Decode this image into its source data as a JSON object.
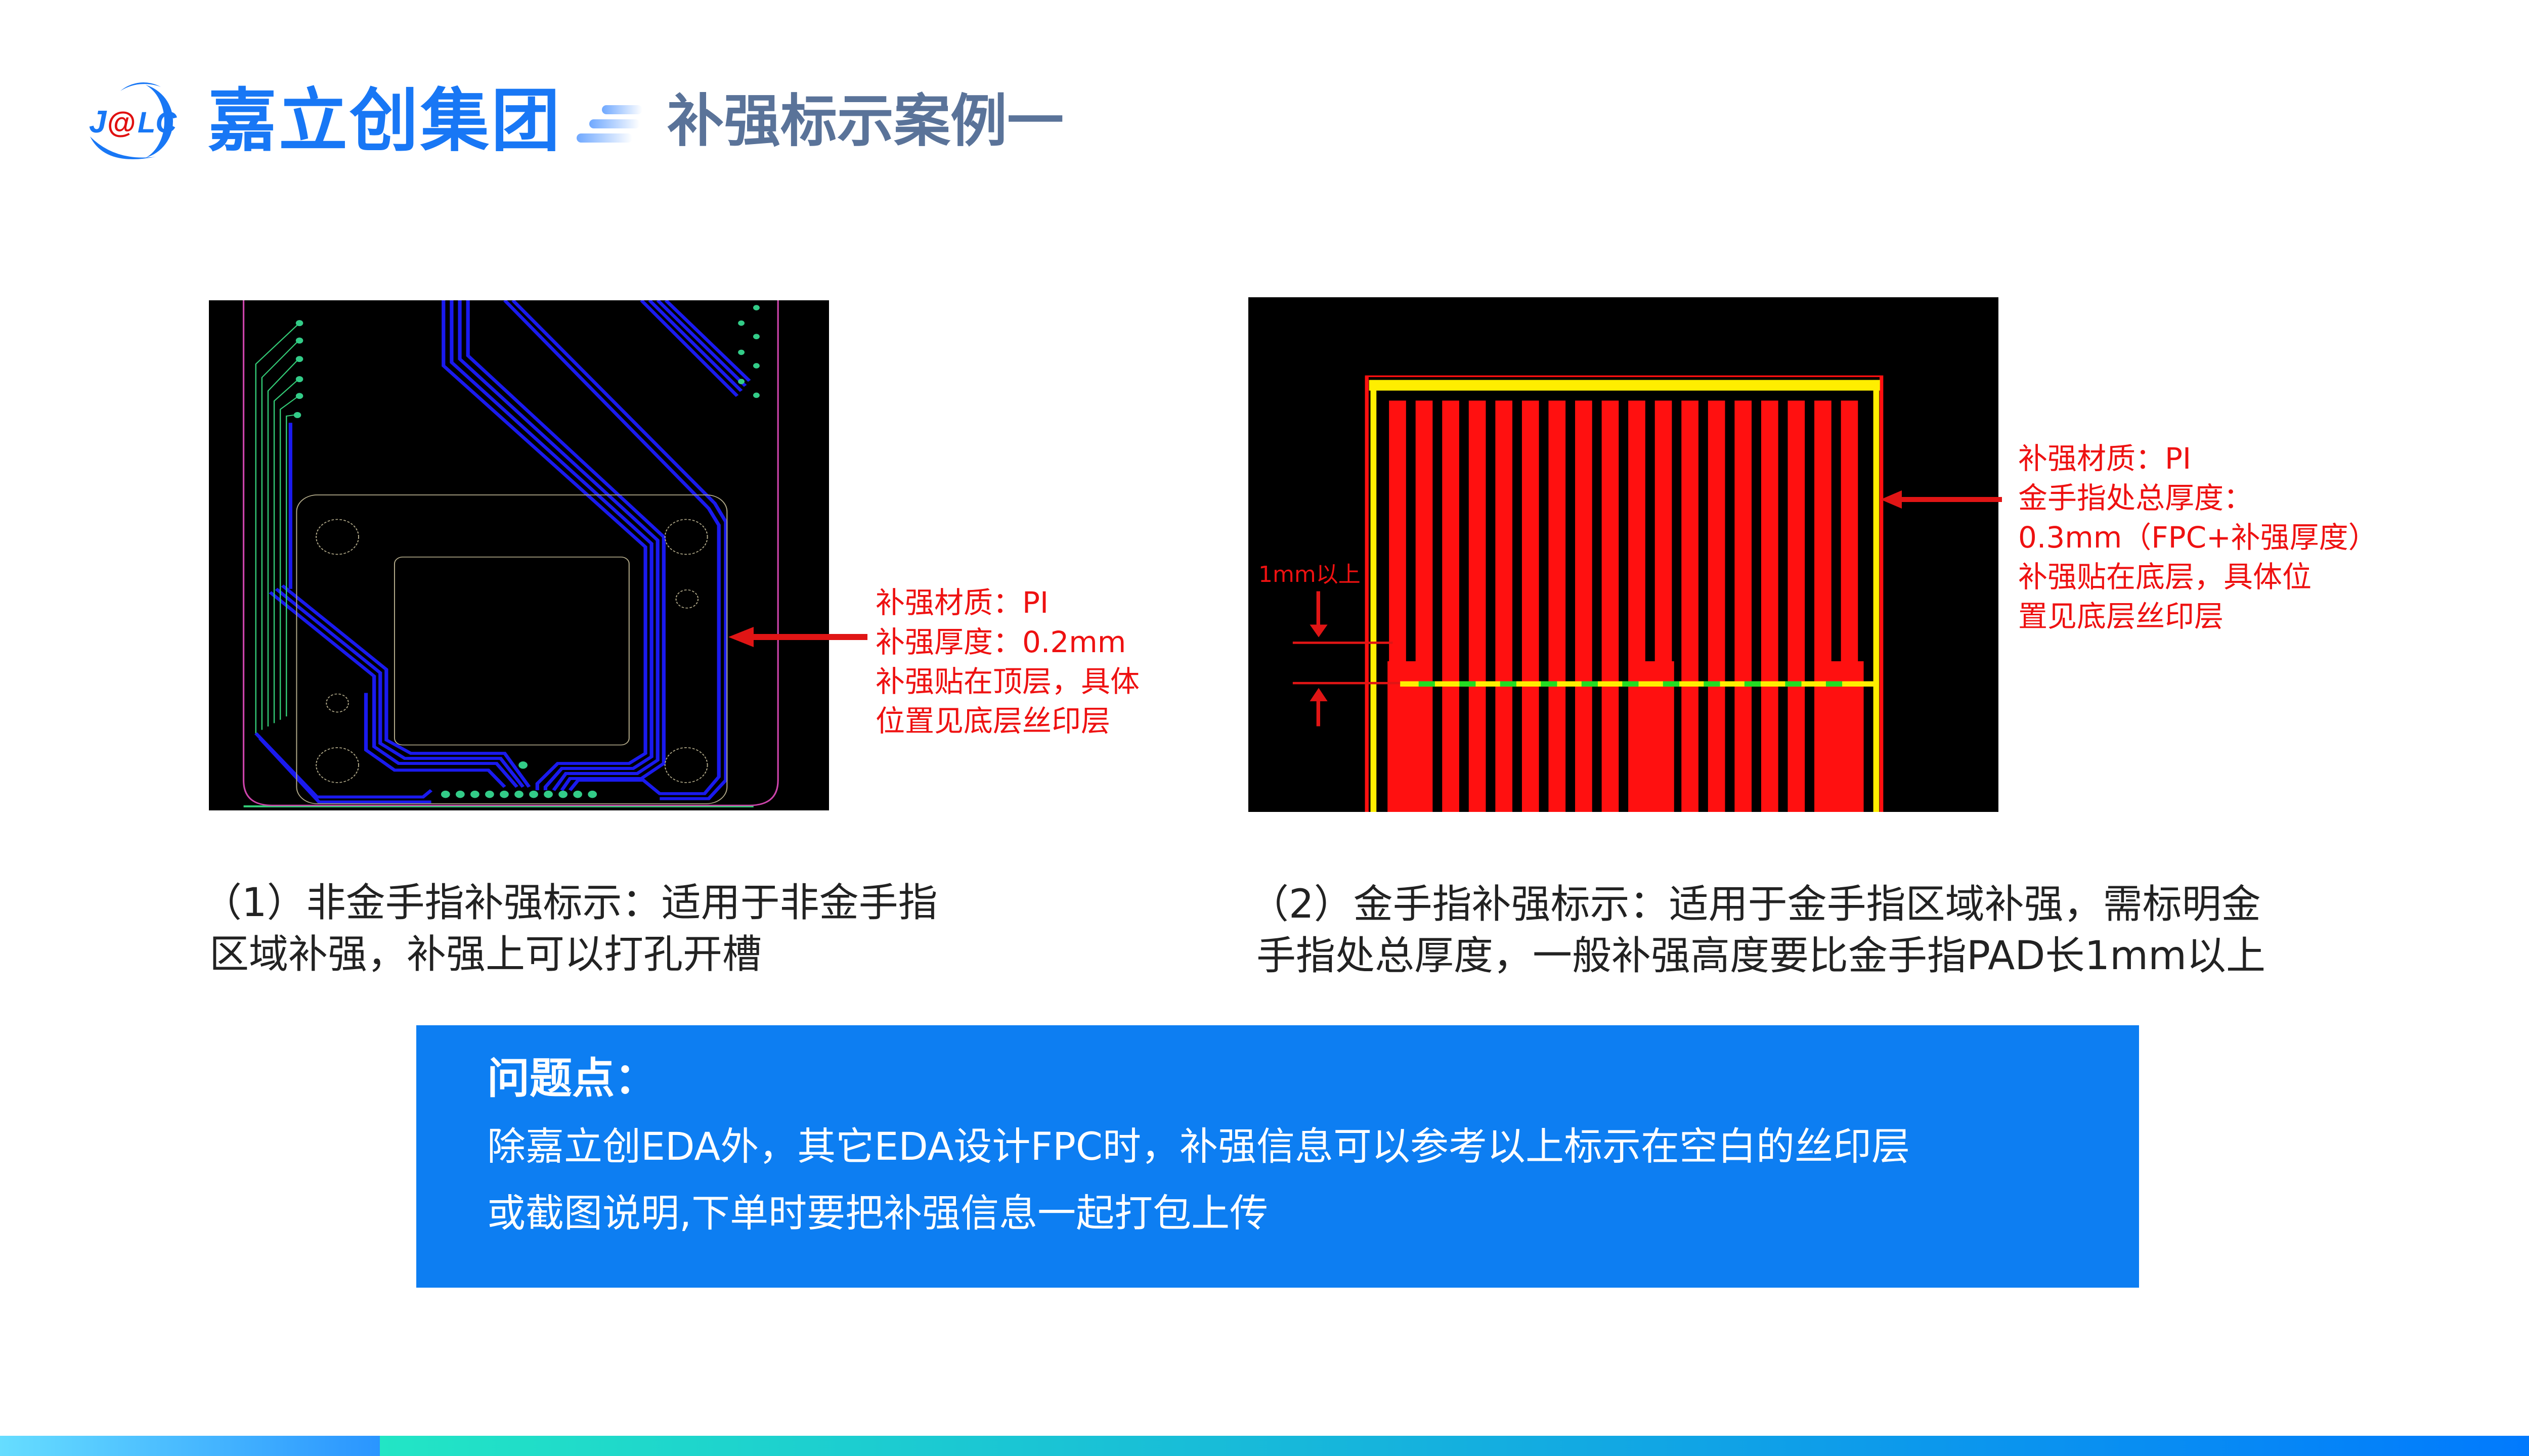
{
  "header": {
    "logo_text": "J@LC",
    "company_name": "嘉立创集团",
    "page_title": "补强标示案例一"
  },
  "example1": {
    "annotation": [
      "补强材质：PI",
      "补强厚度：0.2mm",
      "补强贴在顶层，具体",
      "位置见底层丝印层"
    ],
    "caption": [
      "（1）非金手指补强标示：适用于非金手指",
      "区域补强，补强上可以打孔开槽"
    ]
  },
  "example2": {
    "dimension_label": "1mm以上",
    "annotation": [
      "补强材质：PI",
      "金手指处总厚度：",
      "0.3mm（FPC+补强厚度）",
      "补强贴在底层，具体位",
      "置见底层丝印层"
    ],
    "caption": [
      "（2）金手指补强标示：适用于金手指区域补强，需标明金",
      "手指处总厚度，一般补强高度要比金手指PAD长1mm以上"
    ]
  },
  "problem": {
    "title": "问题点：",
    "lines": [
      "除嘉立创EDA外，其它EDA设计FPC时，补强信息可以参考以上标示在空白的丝印层",
      "或截图说明,下单时要把补强信息一起打包上传"
    ]
  },
  "colors": {
    "brand_blue": "#1877f5",
    "title_gray_blue": "#5a7399",
    "annotation_red": "#ee1111",
    "problem_box": "#0d7ef2"
  }
}
